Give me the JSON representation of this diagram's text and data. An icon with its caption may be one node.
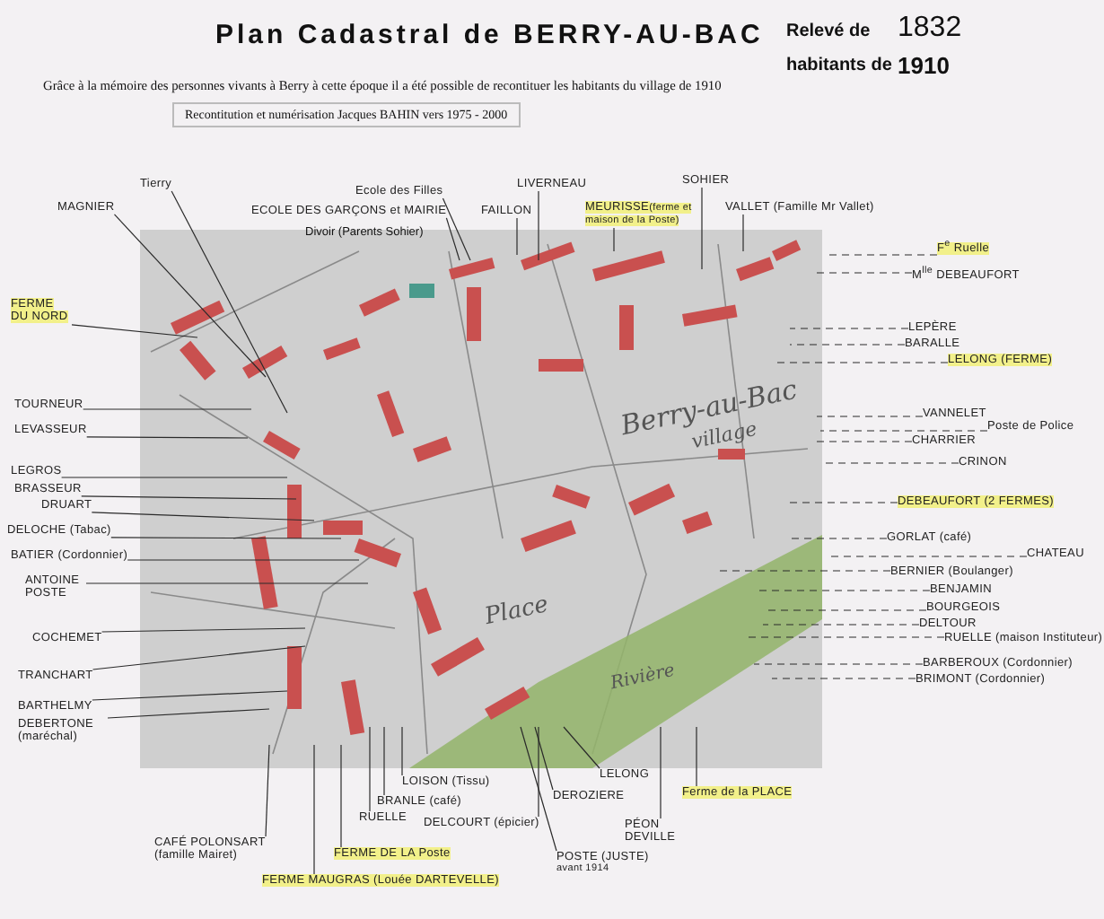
{
  "diagram": {
    "title": "Plan Cadastral de BERRY-AU-BAC",
    "nodes": [
      {
        "text": [
          "Tierry"
        ]
      },
      {
        "text": [
          "MAGNIER"
        ]
      },
      {
        "text": [
          "Ecole des Filles"
        ]
      },
      {
        "text": [
          "ECOLE DES GARÇONS et MAIRIE"
        ]
      },
      {
        "text": [
          "FAILLON"
        ]
      },
      {
        "text": [
          "LIVERNEAU"
        ]
      },
      {
        "text": [
          "MEURISSE",
          "(ferme et maison de la Poste)"
        ]
      },
      {
        "text": [
          "SOHIER"
        ]
      },
      {
        "text": [
          "VALLET (Famille Mr Vallet)"
        ]
      },
      {
        "text": [
          "F$^{e}$ Ruelle"
        ]
      },
      {
        "text": [
          "M$^{lle}$ DEBEAUFORT"
        ]
      },
      {
        "text": [
          "LEPÈRE"
        ]
      },
      {
        "text": [
          "BARALLE"
        ]
      },
      {
        "text": [
          "LELONG (FERME)"
        ]
      },
      {
        "text": [
          "VANNELET"
        ]
      },
      {
        "text": [
          "Poste de Police"
        ]
      },
      {
        "text": [
          "CHARRIER"
        ]
      },
      {
        "text": [
          "CRINON"
        ]
      },
      {
        "text": [
          "DEBEAUFORT (2 FERMES)"
        ]
      },
      {
        "text": [
          "GORLAT (café)"
        ]
      },
      {
        "text": [
          "CHATEAU"
        ]
      },
      {
        "text": [
          "BERNIER (Boulanger)"
        ]
      },
      {
        "text": [
          "BENJAMIN"
        ]
      },
      {
        "text": [
          "BOURGEOIS"
        ]
      },
      {
        "text": [
          "DELTOUR"
        ]
      },
      {
        "text": [
          "RUELLE (maison Instituteur)"
        ]
      },
      {
        "text": [
          "BARBEROUX (Cordonnier)"
        ]
      },
      {
        "text": [
          "BRIMONT (Cordonnier)"
        ]
      },
      {
        "text": [
          "FERME DU NORD"
        ]
      },
      {
        "text": [
          "TOURNEUR"
        ]
      },
      {
        "text": [
          "LEVASSEUR"
        ]
      },
      {
        "text": [
          "LEGROS"
        ]
      },
      {
        "text": [
          "BRASSEUR"
        ]
      },
      {
        "text": [
          "DRUART"
        ]
      },
      {
        "text": [
          "DELOCHE (Tabac)"
        ]
      },
      {
        "text": [
          "BATIER (Cordonnier)"
        ]
      },
      {
        "text": [
          "ANTOINE POSTE"
        ]
      },
      {
        "text": [
          "COCHEMET"
        ]
      },
      {
        "text": [
          "TRANCHART"
        ]
      },
      {
        "text": [
          "BARTHELMY"
        ]
      },
      {
        "text": [
          "DEBERTONE (maréchal)"
        ]
      },
      {
        "text": [
          "CAFÉ POLONSART (famille Mairet)"
        ]
      },
      {
        "text": [
          "FERME MAUGRAS (Louée DARTEVELLE)"
        ]
      },
      {
        "text": [
          "FERME DE LA Poste"
        ]
      },
      {
        "text": [
          "RUELLE"
        ]
      },
      {
        "text": [
          "BRANLE (café)"
        ]
      },
      {
        "text": [
          "LOISON (Tissu)"
        ]
      },
      {
        "text": [
          "DELCOURT (épicier)"
        ]
      },
      {
        "text": [
          "DEROZIERE"
        ]
      },
      {
        "text": [
          "LELONG"
        ]
      },
      {
        "text": [
          "PÉON DEVILLE"
        ]
      },
      {
        "text": [
          "POSTE (JUSTE)",
          "avant 1914"
        ]
      },
      {
        "text": [
          "Ferme de la PLACE"
        ]
      }
    ],
    "edges": [
      {
        "from": 0,
        "to": null,
        "arrow": "none"
      },
      {
        "from": 1,
        "to": null,
        "arrow": "none"
      },
      {
        "from": 2,
        "to": null,
        "arrow": "none"
      },
      {
        "from": 3,
        "to": null,
        "arrow": "none"
      },
      {
        "from": 4,
        "to": null,
        "arrow": "none"
      },
      {
        "from": 5,
        "to": null,
        "arrow": "none"
      },
      {
        "from": 6,
        "to": null,
        "arrow": "none"
      },
      {
        "from": 7,
        "to": null,
        "arrow": "none"
      },
      {
        "from": 8,
        "to": null,
        "arrow": "none"
      },
      {
        "from": 9,
        "to": null,
        "arrow": "none",
        "style": "dashed"
      },
      {
        "from": 10,
        "to": null,
        "arrow": "none",
        "style": "dashed"
      },
      {
        "from": 11,
        "to": null,
        "arrow": "none",
        "style": "dashed"
      },
      {
        "from": 12,
        "to": null,
        "arrow": "none",
        "style": "dashed"
      },
      {
        "from": 13,
        "to": null,
        "arrow": "none",
        "style": "dashed"
      },
      {
        "from": 14,
        "to": null,
        "arrow": "none",
        "style": "dashed"
      },
      {
        "from": 15,
        "to": null,
        "arrow": "none",
        "style": "dashed"
      },
      {
        "from": 16,
        "to": null,
        "arrow": "none",
        "style": "dashed"
      },
      {
        "from": 17,
        "to": null,
        "arrow": "none",
        "style": "dashed"
      },
      {
        "from": 18,
        "to": null,
        "arrow": "none",
        "style": "dashed"
      },
      {
        "from": 19,
        "to": null,
        "arrow": "none",
        "style": "dashed"
      },
      {
        "from": 20,
        "to": null,
        "arrow": "none",
        "style": "dashed"
      },
      {
        "from": 21,
        "to": null,
        "arrow": "none",
        "style": "dashed"
      },
      {
        "from": 22,
        "to": null,
        "arrow": "none",
        "style": "dashed"
      },
      {
        "from": 23,
        "to": null,
        "arrow": "none",
        "style": "dashed"
      },
      {
        "from": 24,
        "to": null,
        "arrow": "none",
        "style": "dashed"
      },
      {
        "from": 25,
        "to": null,
        "arrow": "none",
        "style": "dashed"
      },
      {
        "from": 26,
        "to": null,
        "arrow": "none",
        "style": "dashed"
      },
      {
        "from": 27,
        "to": null,
        "arrow": "none",
        "style": "dashed"
      },
      {
        "from": 28,
        "to": null,
        "arrow": "none"
      },
      {
        "from": 29,
        "to": null,
        "arrow": "none"
      },
      {
        "from": 30,
        "to": null,
        "arrow": "none"
      },
      {
        "from": 31,
        "to": null,
        "arrow": "none"
      },
      {
        "from": 32,
        "to": null,
        "arrow": "none"
      },
      {
        "from": 33,
        "to": null,
        "arrow": "none"
      },
      {
        "from": 34,
        "to": null,
        "arrow": "none"
      },
      {
        "from": 35,
        "to": null,
        "arrow": "none"
      },
      {
        "from": 36,
        "to": null,
        "arrow": "none"
      },
      {
        "from": 37,
        "to": null,
        "arrow": "none"
      },
      {
        "from": 38,
        "to": null,
        "arrow": "none"
      },
      {
        "from": 39,
        "to": null,
        "arrow": "none"
      },
      {
        "from": 40,
        "to": null,
        "arrow": "none"
      },
      {
        "from": 41,
        "to": null,
        "arrow": "none"
      },
      {
        "from": 42,
        "to": null,
        "arrow": "none"
      },
      {
        "from": 43,
        "to": null,
        "arrow": "none"
      },
      {
        "from": 44,
        "to": null,
        "arrow": "none"
      },
      {
        "from": 45,
        "to": null,
        "arrow": "none"
      },
      {
        "from": 46,
        "to": null,
        "arrow": "none"
      },
      {
        "from": 47,
        "to": null,
        "arrow": "none"
      },
      {
        "from": 48,
        "to": null,
        "arrow": "none"
      },
      {
        "from": 49,
        "to": null,
        "arrow": "none"
      },
      {
        "from": 50,
        "to": null,
        "arrow": "none"
      },
      {
        "from": 51,
        "to": null,
        "arrow": "none"
      },
      {
        "from": 52,
        "to": null,
        "arrow": "none"
      }
    ],
    "labels": [
      "Relevé de",
      "1832",
      "habitants de",
      "1910",
      "Grâce à la mémoire des personnes vivants à Berry à cette époque il a été possible de recontituer les habitants du village de 1910",
      "Recontitution et numérisation Jacques BAHIN vers 1975 - 2000",
      "Divoir (Parents Sohier)",
      "Berry-au-Bac",
      "village",
      "Place",
      "Rivière"
    ]
  }
}
